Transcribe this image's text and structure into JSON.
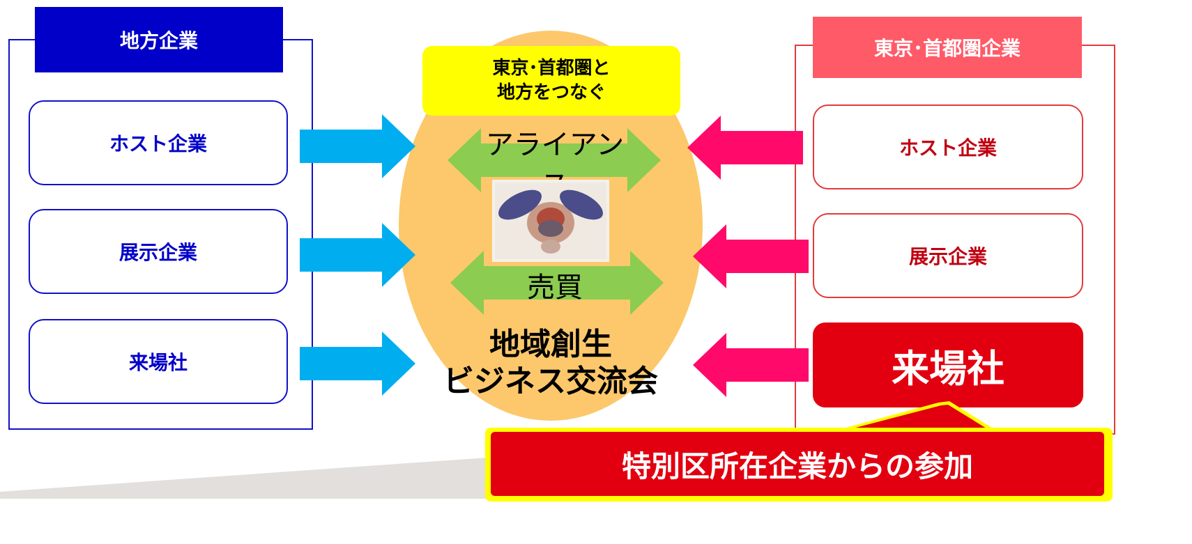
{
  "left_panel": {
    "title": "地方企業",
    "items": [
      {
        "label": "ホスト企業"
      },
      {
        "label": "展示企業"
      },
      {
        "label": "来場社"
      }
    ]
  },
  "right_panel": {
    "title": "東京･首都圏企業",
    "items": [
      {
        "label": "ホスト企業"
      },
      {
        "label": "展示企業"
      },
      {
        "label": "来場社"
      }
    ]
  },
  "center": {
    "connect_line1": "東京･首都圏と",
    "connect_line2": "地方をつなぐ",
    "alliance_label": "アライアンス",
    "trade_label": "売買",
    "event_line1": "地域創生",
    "event_line2": "ビジネス交流会"
  },
  "banner": {
    "text": "特別区所在企業からの参加"
  },
  "colors": {
    "left_blue": "#0000c8",
    "right_red": "#e20010",
    "right_title_pink": "#ff5a68",
    "cyan_arrow": "#00aef0",
    "magenta_arrow": "#ff0a6a",
    "green_arrow": "#8ccc50",
    "oval_orange": "#fcc86b",
    "badge_yellow": "#ffff00"
  }
}
